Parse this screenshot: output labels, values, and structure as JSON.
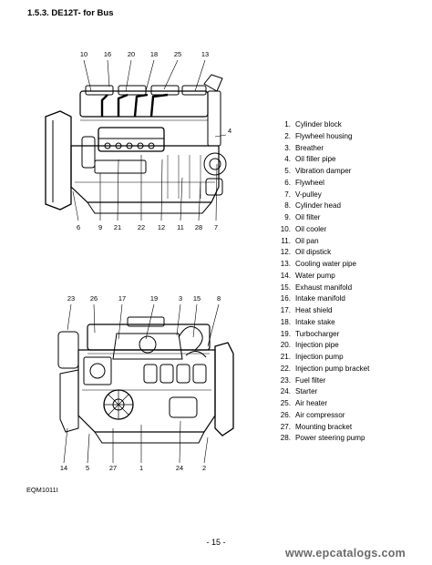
{
  "heading": "1.5.3. DE12T- for Bus",
  "legend": [
    {
      "num": "1.",
      "label": "Cylinder block"
    },
    {
      "num": "2.",
      "label": "Flywheel housing"
    },
    {
      "num": "3.",
      "label": "Breather"
    },
    {
      "num": "4.",
      "label": "Oil filler pipe"
    },
    {
      "num": "5.",
      "label": "Vibration damper"
    },
    {
      "num": "6.",
      "label": "Flywheel"
    },
    {
      "num": "7.",
      "label": "V-pulley"
    },
    {
      "num": "8.",
      "label": "Cylinder head"
    },
    {
      "num": "9.",
      "label": "Oil filter"
    },
    {
      "num": "10.",
      "label": "Oil cooler"
    },
    {
      "num": "11.",
      "label": "Oil pan"
    },
    {
      "num": "12.",
      "label": "Oil dipstick"
    },
    {
      "num": "13.",
      "label": "Cooling water pipe"
    },
    {
      "num": "14.",
      "label": "Water pump"
    },
    {
      "num": "15.",
      "label": "Exhaust manifold"
    },
    {
      "num": "16.",
      "label": "Intake manifold"
    },
    {
      "num": "17.",
      "label": "Heat shield"
    },
    {
      "num": "18.",
      "label": "Intake stake"
    },
    {
      "num": "19.",
      "label": "Turbocharger"
    },
    {
      "num": "20.",
      "label": "Injection pipe"
    },
    {
      "num": "21.",
      "label": "Injection pump"
    },
    {
      "num": "22.",
      "label": "Injection pump bracket"
    },
    {
      "num": "23.",
      "label": "Fuel filter"
    },
    {
      "num": "24.",
      "label": "Starter"
    },
    {
      "num": "25.",
      "label": "Air heater"
    },
    {
      "num": "26.",
      "label": "Air compressor"
    },
    {
      "num": "27.",
      "label": "Mounting bracket"
    },
    {
      "num": "28.",
      "label": "Power steering pump"
    }
  ],
  "top_view_callouts": {
    "top": [
      "10",
      "16",
      "20",
      "18",
      "25",
      "13"
    ],
    "right": "4",
    "bottom": [
      "6",
      "9",
      "21",
      "22",
      "12",
      "11",
      "28",
      "7"
    ]
  },
  "bottom_view_callouts": {
    "top": [
      "23",
      "26",
      "17",
      "19",
      "3",
      "15",
      "8"
    ],
    "bottom": [
      "14",
      "5",
      "27",
      "1",
      "24",
      "2"
    ]
  },
  "figure_code": "EQM1011I",
  "page_number": "- 15 -",
  "watermark": "www.epcatalogs.com"
}
